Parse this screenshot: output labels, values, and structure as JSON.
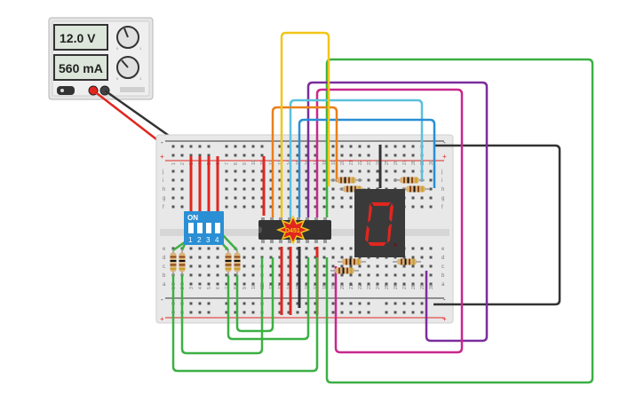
{
  "power_supply": {
    "voltage_label": "12.0 V",
    "current_label": "560 mA",
    "knob_marks": [
      "0",
      "1",
      "0",
      "1"
    ]
  },
  "dip_switch": {
    "on_label": "ON",
    "switch_numbers": [
      "1",
      "2",
      "3",
      "4"
    ]
  },
  "ic_chip": {
    "part_label": "D451"
  },
  "seven_segment": {
    "digit": "0",
    "segment_color": "#e0261f"
  },
  "breadboard": {
    "row_letters_top": [
      "j",
      "i",
      "h",
      "g",
      "f"
    ],
    "row_letters_bottom": [
      "e",
      "d",
      "c",
      "b",
      "a"
    ],
    "rail_signs": [
      "+",
      "-"
    ],
    "column_numbers": [
      "1",
      "2",
      "3",
      "4",
      "5",
      "6",
      "7",
      "8",
      "9",
      "10",
      "11",
      "12",
      "13",
      "14",
      "15",
      "16",
      "17",
      "18",
      "19",
      "20",
      "21",
      "22",
      "23",
      "24",
      "25",
      "26",
      "27",
      "28",
      "29",
      "30"
    ]
  },
  "wire_colors": {
    "red": "#e0261f",
    "black": "#333333",
    "green": "#3cb043",
    "yellow": "#f2c618",
    "orange": "#e8801b",
    "cyan": "#5bc0de",
    "blue": "#2a8fd4",
    "magenta": "#c8288c",
    "purple": "#7b2d9c"
  }
}
